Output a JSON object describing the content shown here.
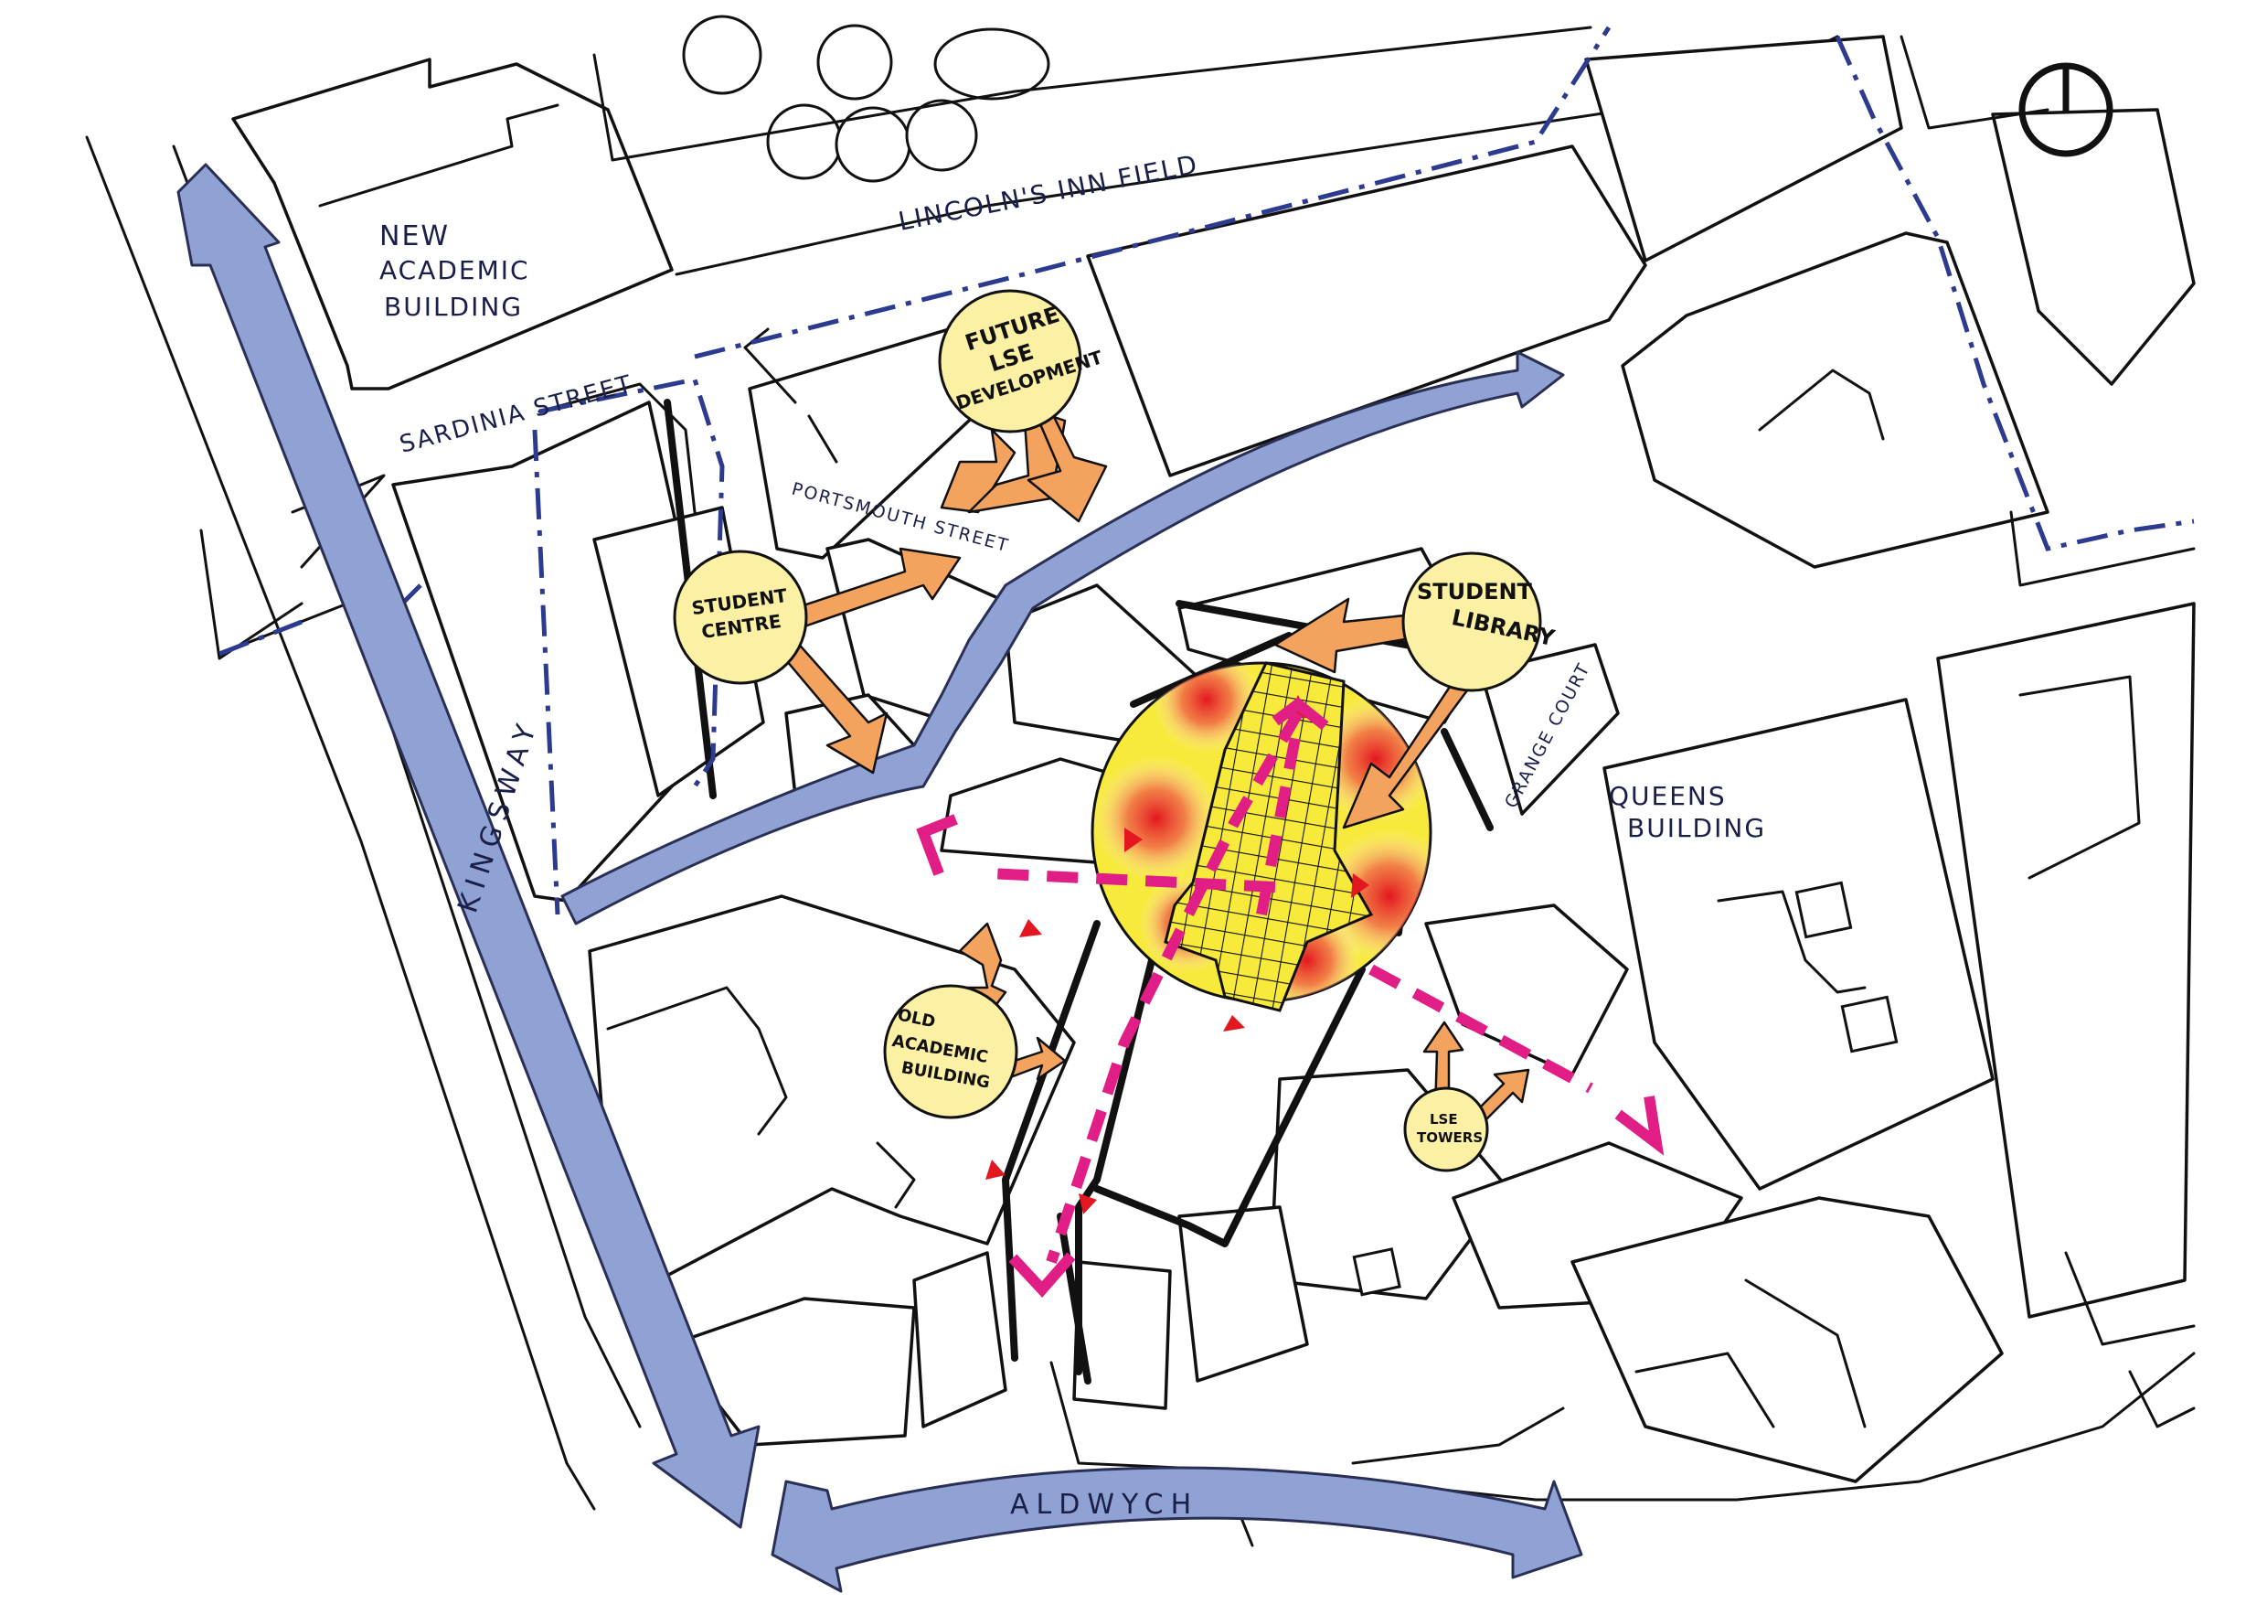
{
  "map": {
    "labels": {
      "new_academic_line1": "NEW",
      "new_academic_line2": "ACADEMIC",
      "new_academic_line3": "BUILDING",
      "sardinia_street": "SARDINIA STREET",
      "lincolns_inn_field": "LINCOLN'S INN FIELD",
      "portsmouth_street": "PORTSMOUTH STREET",
      "grange_court": "GRANGE COURT",
      "queens_line1": "QUEENS",
      "queens_line2": "BUILDING",
      "kingsway": "KINGSWAY",
      "aldwych": "ALDWYCH",
      "future_line1": "FUTURE",
      "future_line2": "LSE",
      "future_line3": "DEVELOPMENT",
      "student_centre_line1": "STUDENT",
      "student_centre_line2": "CENTRE",
      "student_library_line1": "STUDENT",
      "student_library_line2": "LIBRARY",
      "old_academic_line1": "OLD",
      "old_academic_line2": "ACADEMIC",
      "old_academic_line3": "BUILDING",
      "lse_towers_line1": "LSE",
      "lse_towers_line2": "TOWERS"
    },
    "icons": {
      "north_arrow": "north-indicator-icon"
    },
    "colors": {
      "street_blue": "#90a2d3",
      "boundary_blue": "#2c3a8f",
      "hub_yellow": "#f8ea3a",
      "bubble_yellow": "#fbf0a3",
      "arrow_orange": "#f4a35f",
      "route_magenta": "#e11d86",
      "marker_red": "#e3171f"
    }
  }
}
